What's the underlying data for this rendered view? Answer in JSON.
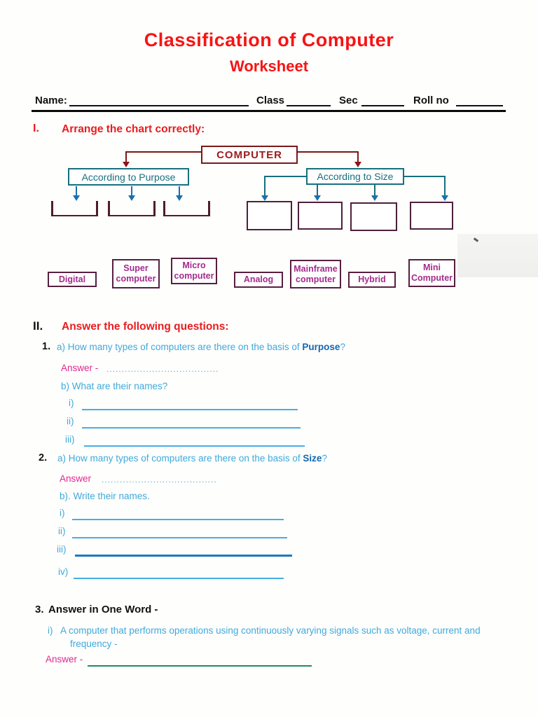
{
  "title": {
    "line1": "Classification of Computer",
    "line2": "Worksheet"
  },
  "header": {
    "name_label": "Name:",
    "class_label": "Class",
    "sec_label": "Sec",
    "rollno_label": "Roll no"
  },
  "section1": {
    "number": "I.",
    "heading": "Arrange the chart correctly:",
    "chart": {
      "root_label": "COMPUTER",
      "branch_left_label": "According to Purpose",
      "branch_right_label": "According to Size",
      "purpose_empty_slots": 3,
      "size_empty_slots": 4
    },
    "word_bank": [
      {
        "label": "Digital"
      },
      {
        "label": "Super computer"
      },
      {
        "label": "Micro computer"
      },
      {
        "label": "Analog"
      },
      {
        "label": "Mainframe computer"
      },
      {
        "label": "Hybrid"
      },
      {
        "label": "Mini Computer"
      }
    ]
  },
  "section2": {
    "number": "II.",
    "heading": "Answer the following questions:",
    "q1": {
      "number": "1.",
      "part_a_prefix": "a) How many types of computers are there on the basis of ",
      "part_a_bold": "Purpose",
      "part_a_suffix": "?",
      "answer_label": "Answer -",
      "answer_dots": ".....................................",
      "part_b": "b) What are their names?",
      "blank_labels": [
        "i)",
        "ii)",
        "iii)"
      ]
    },
    "q2": {
      "number": "2.",
      "part_a_prefix": "a) How many types of computers are there on the basis of ",
      "part_a_bold": "Size",
      "part_a_suffix": "?",
      "answer_label": "Answer",
      "answer_dots": "......................................",
      "part_b": "b). Write their names.",
      "blank_labels": [
        "i)",
        "ii)",
        "iii)",
        "iv)"
      ]
    },
    "q3": {
      "number": "3.",
      "heading": "Answer in One Word  -",
      "item_label": "i)",
      "item_text_line1": "A computer that performs operations using continuously varying signals such as voltage, current and",
      "item_text_line2": "frequency -",
      "answer_label": "Answer -"
    }
  },
  "colors": {
    "title_red": "#f61414",
    "heading_red": "#ea1c1f",
    "question_blue": "#3fa9dc",
    "question_blue_bold": "#1566ae",
    "answer_magenta": "#e3268e",
    "chart_maroon": "#7a1917",
    "chart_teal": "#17707d",
    "arrow_blue": "#1b6fae",
    "word_bank_border": "#571f3f",
    "word_bank_text": "#a52b8c",
    "blank_line_blue": "#45aee4",
    "answer_line_green": "#1f8a6b",
    "black": "#111111"
  }
}
